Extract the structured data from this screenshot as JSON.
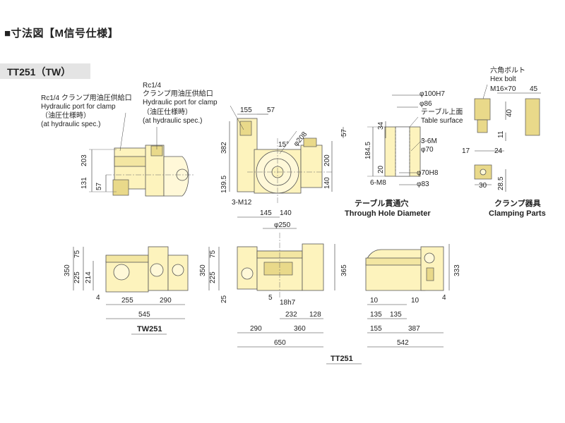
{
  "header": {
    "title": "■寸法図【M信号仕様】",
    "model_tab": "TT251（TW）"
  },
  "notes": {
    "port1_line1": "Rc1/4 クランプ用油圧供給口",
    "port1_line2": "Hydraulic port for clamp",
    "port1_line3": "（油圧仕様時）",
    "port1_line4": "(at hydraulic spec.)",
    "port2_line1": "Rc1/4",
    "port2_line2": "クランプ用油圧供給口",
    "port2_line3": "Hydraulic port for clamp",
    "port2_line4": "（油圧仕様時）",
    "port2_line5": "(at hydraulic spec.)",
    "table_surface_jp": "テーブル上面",
    "table_surface_en": "Table surface",
    "hex_bolt_jp": "六角ボルト",
    "hex_bolt_en": "Hex bolt",
    "hex_bolt_spec": "M16×70"
  },
  "captions": {
    "through_hole_jp": "テーブル貫通穴",
    "through_hole_en": "Through Hole Diameter",
    "clamping_jp": "クランプ器具",
    "clamping_en": "Clamping Parts",
    "tw251": "TW251",
    "tt251": "TT251"
  },
  "dims": {
    "d203": "203",
    "d131": "131",
    "d57a": "57",
    "d155": "155",
    "d57b": "57",
    "d15deg": "15°",
    "d208": "φ208",
    "d57c": "57",
    "d382": "382",
    "d200": "200",
    "d1395": "139.5",
    "d140a": "140",
    "d3m12": "3-M12",
    "d100h7": "φ100H7",
    "d86": "φ86",
    "d34": "34",
    "d1845": "184.5",
    "d3_6m": "3-6M",
    "d70": "φ70",
    "d20": "20",
    "d70h8": "φ70H8",
    "d6m8": "6-M8",
    "d83": "φ83",
    "d45": "45",
    "d40": "40",
    "d11": "11",
    "d17": "17",
    "d24": "24",
    "d30": "30",
    "d285": "28.5",
    "d145": "145",
    "d140b": "140",
    "d250": "φ250",
    "d350a": "350",
    "d225a": "225",
    "d75a": "75",
    "d214": "214",
    "d4a": "4",
    "d255": "255",
    "d290a": "290",
    "d545": "545",
    "d350b": "350",
    "d225b": "225",
    "d75b": "75",
    "d365": "365",
    "d25": "25",
    "d5": "5",
    "d18h7": "18h7",
    "d232": "232",
    "d128": "128",
    "d290b": "290",
    "d360": "360",
    "d650": "650",
    "d10a": "10",
    "d10b": "10",
    "d135a": "135",
    "d135b": "135",
    "d155b": "155",
    "d387": "387",
    "d542": "542",
    "d333": "333",
    "d4b": "4"
  },
  "colors": {
    "body_fill": "#fdf3bd",
    "part_fill": "#e9d98a",
    "tab_bg": "#e4e4e4"
  }
}
